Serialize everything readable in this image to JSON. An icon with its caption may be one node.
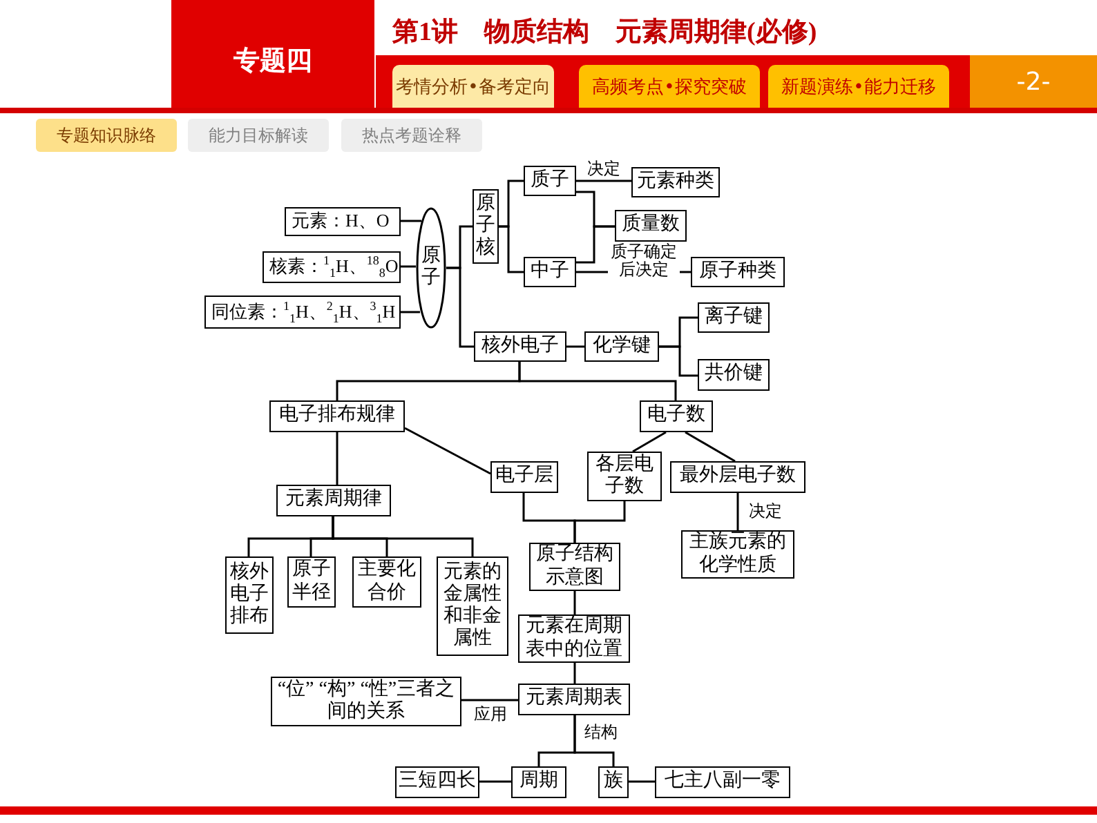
{
  "diagram": {
    "title": "第1讲　物质结构　元素周期律(必修)",
    "nodes": [
      {
        "text": [
          "元素：H、O"
        ]
      },
      {
        "text": [
          "核素：$^{1}$$_{1}$H、$^{18}$$_{8}$O"
        ]
      },
      {
        "text": [
          "同位素：$^{1}$$_{1}$H、$^{2}$$_{1}$H、$^{3}$$_{1}$H"
        ]
      },
      {
        "text": [
          "原子"
        ]
      },
      {
        "text": [
          "原子核"
        ]
      },
      {
        "text": [
          "质子"
        ]
      },
      {
        "text": [
          "元素种类"
        ]
      },
      {
        "text": [
          "质量数"
        ]
      },
      {
        "text": [
          "中子"
        ]
      },
      {
        "text": [
          "原子种类"
        ]
      },
      {
        "text": [
          "核外电子"
        ]
      },
      {
        "text": [
          "化学键"
        ]
      },
      {
        "text": [
          "离子键"
        ]
      },
      {
        "text": [
          "共价键"
        ]
      },
      {
        "text": [
          "电子排布规律"
        ]
      },
      {
        "text": [
          "电子数"
        ]
      },
      {
        "text": [
          "电子层"
        ]
      },
      {
        "text": [
          "各层电子数"
        ]
      },
      {
        "text": [
          "最外层电子数"
        ]
      },
      {
        "text": [
          "元素周期律"
        ]
      },
      {
        "text": [
          "核外电子排布"
        ]
      },
      {
        "text": [
          "原子半径"
        ]
      },
      {
        "text": [
          "主要化合价"
        ]
      },
      {
        "text": [
          "元素的金属性和非金属性"
        ]
      },
      {
        "text": [
          "原子结构示意图"
        ]
      },
      {
        "text": [
          "主族元素的化学性质"
        ]
      },
      {
        "text": [
          "元素在周期表中的位置"
        ]
      },
      {
        "text": [
          "“位” “构” “性”三者之间的关系"
        ]
      },
      {
        "text": [
          "元素周期表"
        ]
      },
      {
        "text": [
          "三短四长"
        ]
      },
      {
        "text": [
          "周期"
        ]
      },
      {
        "text": [
          "族"
        ]
      },
      {
        "text": [
          "七主八副一零"
        ]
      }
    ],
    "edges": [
      {
        "from": 0,
        "to": 3,
        "arrow": "none"
      },
      {
        "from": 1,
        "to": 3,
        "arrow": "none"
      },
      {
        "from": 2,
        "to": 3,
        "arrow": "none"
      },
      {
        "from": 3,
        "to": 4,
        "arrow": "none"
      },
      {
        "from": 3,
        "to": 10,
        "arrow": "none"
      },
      {
        "from": 4,
        "to": 5,
        "arrow": "none"
      },
      {
        "from": 4,
        "to": 8,
        "arrow": "none"
      },
      {
        "from": 5,
        "to": 6,
        "arrow": "none",
        "label": "决定"
      },
      {
        "from": 5,
        "to": 7,
        "arrow": "none"
      },
      {
        "from": 8,
        "to": 7,
        "arrow": "none"
      },
      {
        "from": 8,
        "to": 9,
        "arrow": "none",
        "label": "质子确定后决定"
      },
      {
        "from": 10,
        "to": 11,
        "arrow": "none"
      },
      {
        "from": 11,
        "to": 12,
        "arrow": "none"
      },
      {
        "from": 11,
        "to": 13,
        "arrow": "none"
      },
      {
        "from": 10,
        "to": 14,
        "arrow": "none"
      },
      {
        "from": 10,
        "to": 15,
        "arrow": "none"
      },
      {
        "from": 14,
        "to": 16,
        "arrow": "none"
      },
      {
        "from": 14,
        "to": 19,
        "arrow": "none"
      },
      {
        "from": 15,
        "to": 17,
        "arrow": "none"
      },
      {
        "from": 15,
        "to": 18,
        "arrow": "none"
      },
      {
        "from": 18,
        "to": 25,
        "arrow": "none",
        "label": "决定"
      },
      {
        "from": 19,
        "to": 20,
        "arrow": "none"
      },
      {
        "from": 19,
        "to": 21,
        "arrow": "none"
      },
      {
        "from": 19,
        "to": 22,
        "arrow": "none"
      },
      {
        "from": 19,
        "to": 23,
        "arrow": "none"
      },
      {
        "from": 16,
        "to": 24,
        "arrow": "none"
      },
      {
        "from": 17,
        "to": 24,
        "arrow": "none"
      },
      {
        "from": 24,
        "to": 26,
        "arrow": "none"
      },
      {
        "from": 26,
        "to": 28,
        "arrow": "none"
      },
      {
        "from": 28,
        "to": 27,
        "arrow": "none",
        "label": "应用"
      },
      {
        "from": 28,
        "to": 30,
        "arrow": "none",
        "label": "结构"
      },
      {
        "from": 28,
        "to": 31,
        "arrow": "none"
      },
      {
        "from": 30,
        "to": 29,
        "arrow": "none"
      },
      {
        "from": 31,
        "to": 32,
        "arrow": "none"
      }
    ],
    "labels": [
      "专题四",
      "考情分析•备考定向",
      "高频考点•探究突破",
      "新题演练•能力迁移",
      "-2-",
      "专题知识脉络",
      "能力目标解读",
      "热点考题诠释"
    ]
  }
}
